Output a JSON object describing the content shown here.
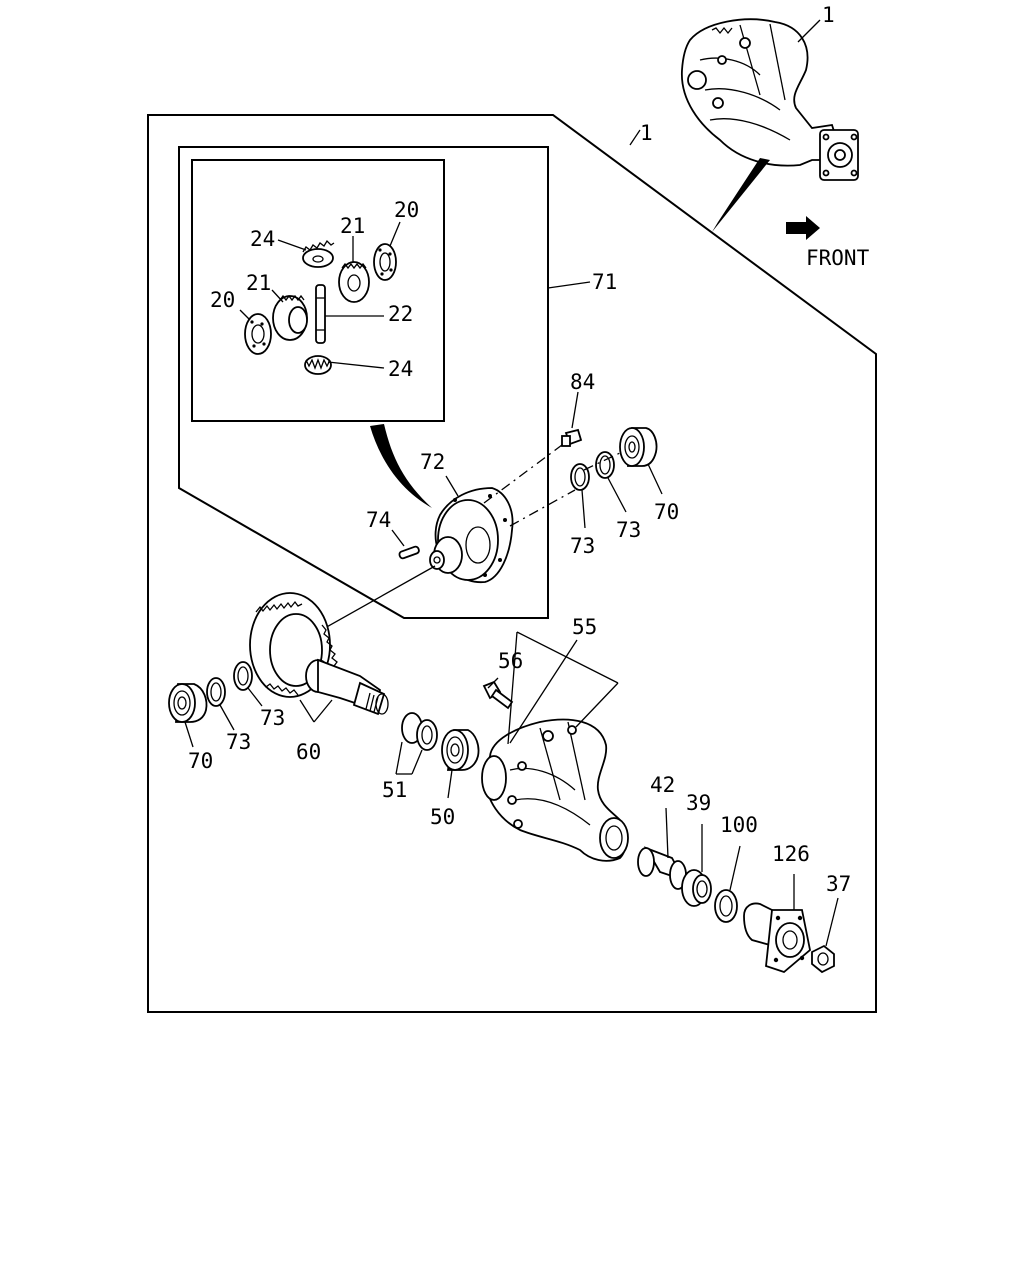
{
  "direction_label": "FRONT",
  "callouts": {
    "assembly_top": "1",
    "assembly_frame": "1",
    "washer_20_upper": "20",
    "washer_20_lower": "20",
    "side_gear_21_upper": "21",
    "side_gear_21_lower": "21",
    "pinion_shaft": "22",
    "pinion_gear_24_upper": "24",
    "pinion_gear_24_lower": "24",
    "differential_assembly": "71",
    "bolt_84": "84",
    "case_72": "72",
    "pin_74": "74",
    "shim_73_a": "73",
    "shim_73_b": "73",
    "bearing_70_right": "70",
    "housing_55": "55",
    "bolt_56": "56",
    "bearing_70_left": "70",
    "shim_73_c": "73",
    "shim_73_d": "73",
    "ring_pinion_60": "60",
    "spacer_51": "51",
    "bearing_50": "50",
    "collar_42": "42",
    "bearing_39": "39",
    "seal_100": "100",
    "flange_126": "126",
    "nut_37": "37"
  }
}
